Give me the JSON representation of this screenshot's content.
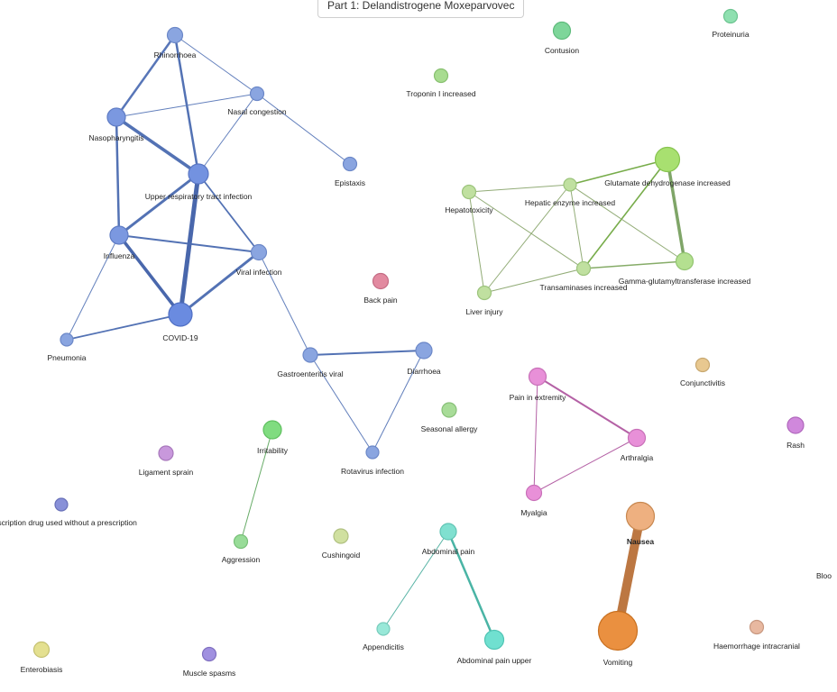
{
  "title": "Part 1: Delandistrogene Moxeparvovec",
  "nodes": [
    {
      "id": "rhinorrhoea",
      "label": "Rhinorrhoea",
      "color": "#8aa5e0",
      "stroke": "#6c88c8"
    },
    {
      "id": "nasal_congestion",
      "label": "Nasal congestion",
      "color": "#8aa5e0",
      "stroke": "#6c88c8"
    },
    {
      "id": "nasopharyngitis",
      "label": "Nasopharyngitis",
      "color": "#7b98e0",
      "stroke": "#5f7cc4"
    },
    {
      "id": "urti",
      "label": "Upper respiratory tract infection",
      "color": "#7392e0",
      "stroke": "#5a77c4"
    },
    {
      "id": "epistaxis",
      "label": "Epistaxis",
      "color": "#8aa5e0",
      "stroke": "#6c88c8"
    },
    {
      "id": "influenza",
      "label": "Influenza",
      "color": "#7b98e0",
      "stroke": "#5f7cc4"
    },
    {
      "id": "viral_infection",
      "label": "Viral infection",
      "color": "#8aa5e0",
      "stroke": "#6c88c8"
    },
    {
      "id": "covid19",
      "label": "COVID-19",
      "color": "#6a8be0",
      "stroke": "#4f6fc4"
    },
    {
      "id": "pneumonia",
      "label": "Pneumonia",
      "color": "#8aa5e0",
      "stroke": "#6c88c8"
    },
    {
      "id": "gastro_viral",
      "label": "Gastroenteritis viral",
      "color": "#8aa5e0",
      "stroke": "#6c88c8"
    },
    {
      "id": "diarrhoea",
      "label": "Diarrhoea",
      "color": "#8aa5e0",
      "stroke": "#6c88c8"
    },
    {
      "id": "rotavirus",
      "label": "Rotavirus infection",
      "color": "#8aa5e0",
      "stroke": "#6c88c8"
    },
    {
      "id": "contusion",
      "label": "Contusion",
      "color": "#7ed69a",
      "stroke": "#5fbb7c"
    },
    {
      "id": "proteinuria",
      "label": "Proteinuria",
      "color": "#8fe0b0",
      "stroke": "#6cc490"
    },
    {
      "id": "troponin",
      "label": "Troponin I increased",
      "color": "#a8dc90",
      "stroke": "#88c070"
    },
    {
      "id": "glutamate",
      "label": "Glutamate dehydrogenase increased",
      "color": "#a8e070",
      "stroke": "#88c450"
    },
    {
      "id": "hepatotoxicity",
      "label": "Hepatotoxicity",
      "color": "#c0e0a0",
      "stroke": "#9cc47c"
    },
    {
      "id": "hepatic_enzyme",
      "label": "Hepatic enzyme increased",
      "color": "#c0e0a0",
      "stroke": "#9cc47c"
    },
    {
      "id": "ggt",
      "label": "Gamma-glutamyltransferase increased",
      "color": "#b4e090",
      "stroke": "#92c470"
    },
    {
      "id": "transaminases",
      "label": "Transaminases increased",
      "color": "#c0e0a0",
      "stroke": "#9cc47c"
    },
    {
      "id": "liver_injury",
      "label": "Liver injury",
      "color": "#c0e0a0",
      "stroke": "#9cc47c"
    },
    {
      "id": "back_pain",
      "label": "Back pain",
      "color": "#e28aa0",
      "stroke": "#c46c84"
    },
    {
      "id": "pain_extremity",
      "label": "Pain in extremity",
      "color": "#e890d8",
      "stroke": "#c870b8"
    },
    {
      "id": "arthralgia",
      "label": "Arthralgia",
      "color": "#e890d8",
      "stroke": "#c870b8"
    },
    {
      "id": "myalgia",
      "label": "Myalgia",
      "color": "#e890d8",
      "stroke": "#c870b8"
    },
    {
      "id": "conjunctivitis",
      "label": "Conjunctivitis",
      "color": "#e8c890",
      "stroke": "#c8a870"
    },
    {
      "id": "rash",
      "label": "Rash",
      "color": "#d088dc",
      "stroke": "#b068bc"
    },
    {
      "id": "seasonal_allergy",
      "label": "Seasonal allergy",
      "color": "#a8dc98",
      "stroke": "#88c078"
    },
    {
      "id": "irritability",
      "label": "Irritability",
      "color": "#80dc80",
      "stroke": "#60c060"
    },
    {
      "id": "aggression",
      "label": "Aggression",
      "color": "#98dc98",
      "stroke": "#78c078"
    },
    {
      "id": "ligament_sprain",
      "label": "Ligament sprain",
      "color": "#c898dc",
      "stroke": "#a878bc"
    },
    {
      "id": "rx_drug",
      "label": "Prescription drug used without a prescription",
      "color": "#8890d8",
      "stroke": "#6870b8"
    },
    {
      "id": "cushingoid",
      "label": "Cushingoid",
      "color": "#d0e0a0",
      "stroke": "#b0c080"
    },
    {
      "id": "abdominal_pain",
      "label": "Abdominal pain",
      "color": "#80e0d0",
      "stroke": "#60c4b4"
    },
    {
      "id": "appendicitis",
      "label": "Appendicitis",
      "color": "#98e8d8",
      "stroke": "#78ccbc"
    },
    {
      "id": "abdominal_pain_upper",
      "label": "Abdominal pain upper",
      "color": "#70e0d0",
      "stroke": "#50c4b4"
    },
    {
      "id": "nausea",
      "label": "Nausea",
      "color": "#eeb080",
      "stroke": "#c88850"
    },
    {
      "id": "vomiting",
      "label": "Vomiting",
      "color": "#ea9040",
      "stroke": "#c87020"
    },
    {
      "id": "haemorrhage",
      "label": "Haemorrhage intracranial",
      "color": "#e8b8a0",
      "stroke": "#c89880"
    },
    {
      "id": "blood",
      "label": "Bloo",
      "color": "#ffffff",
      "stroke": "#ffffff"
    },
    {
      "id": "enterobiasis",
      "label": "Enterobiasis",
      "color": "#e4e090",
      "stroke": "#c4c070"
    },
    {
      "id": "muscle_spasms",
      "label": "Muscle spasms",
      "color": "#a090e0",
      "stroke": "#8070c0"
    }
  ],
  "edges": [
    {
      "source": "rhinorrhoea",
      "target": "nasopharyngitis",
      "color": "#4f6fb4"
    },
    {
      "source": "rhinorrhoea",
      "target": "nasal_congestion",
      "color": "#5a78b8"
    },
    {
      "source": "rhinorrhoea",
      "target": "urti",
      "color": "#4a6ab0"
    },
    {
      "source": "nasopharyngitis",
      "target": "nasal_congestion",
      "color": "#5a78b8"
    },
    {
      "source": "nasopharyngitis",
      "target": "urti",
      "color": "#4a6ab0"
    },
    {
      "source": "nasopharyngitis",
      "target": "influenza",
      "color": "#4a6ab0"
    },
    {
      "source": "nasal_congestion",
      "target": "urti",
      "color": "#5a78b8"
    },
    {
      "source": "nasal_congestion",
      "target": "epistaxis",
      "color": "#5a78b8"
    },
    {
      "source": "urti",
      "target": "influenza",
      "color": "#4a6ab0"
    },
    {
      "source": "urti",
      "target": "covid19",
      "color": "#3f5fa8"
    },
    {
      "source": "urti",
      "target": "viral_infection",
      "color": "#4a6ab0"
    },
    {
      "source": "influenza",
      "target": "covid19",
      "color": "#3f5fa8"
    },
    {
      "source": "influenza",
      "target": "viral_infection",
      "color": "#4a6ab0"
    },
    {
      "source": "influenza",
      "target": "pneumonia",
      "color": "#5a78b8"
    },
    {
      "source": "covid19",
      "target": "viral_infection",
      "color": "#4a6ab0"
    },
    {
      "source": "covid19",
      "target": "pneumonia",
      "color": "#4a6ab0"
    },
    {
      "source": "viral_infection",
      "target": "gastro_viral",
      "color": "#5a78b8"
    },
    {
      "source": "gastro_viral",
      "target": "diarrhoea",
      "color": "#4a6ab0"
    },
    {
      "source": "gastro_viral",
      "target": "rotavirus",
      "color": "#5a78b8"
    },
    {
      "source": "diarrhoea",
      "target": "rotavirus",
      "color": "#5a78b8"
    },
    {
      "source": "glutamate",
      "target": "hepatic_enzyme",
      "color": "#70a840"
    },
    {
      "source": "glutamate",
      "target": "ggt",
      "color": "#78a060"
    },
    {
      "source": "glutamate",
      "target": "transaminases",
      "color": "#70a840"
    },
    {
      "source": "hepatotoxicity",
      "target": "hepatic_enzyme",
      "color": "#8ca870"
    },
    {
      "source": "hepatotoxicity",
      "target": "transaminases",
      "color": "#8ca870"
    },
    {
      "source": "hepatotoxicity",
      "target": "liver_injury",
      "color": "#8ca870"
    },
    {
      "source": "hepatic_enzyme",
      "target": "ggt",
      "color": "#8ca870"
    },
    {
      "source": "hepatic_enzyme",
      "target": "transaminases",
      "color": "#8ca870"
    },
    {
      "source": "hepatic_enzyme",
      "target": "liver_injury",
      "color": "#8ca870"
    },
    {
      "source": "ggt",
      "target": "transaminases",
      "color": "#80a860"
    },
    {
      "source": "transaminases",
      "target": "liver_injury",
      "color": "#8ca870"
    },
    {
      "source": "pain_extremity",
      "target": "arthralgia",
      "color": "#b058a0"
    },
    {
      "source": "pain_extremity",
      "target": "myalgia",
      "color": "#b058a0"
    },
    {
      "source": "arthralgia",
      "target": "myalgia",
      "color": "#b058a0"
    },
    {
      "source": "irritability",
      "target": "aggression",
      "color": "#60a860"
    },
    {
      "source": "abdominal_pain",
      "target": "appendicitis",
      "color": "#50b0a0"
    },
    {
      "source": "abdominal_pain",
      "target": "abdominal_pain_upper",
      "color": "#40b0a0"
    },
    {
      "source": "nausea",
      "target": "vomiting",
      "color": "#b87038"
    }
  ]
}
